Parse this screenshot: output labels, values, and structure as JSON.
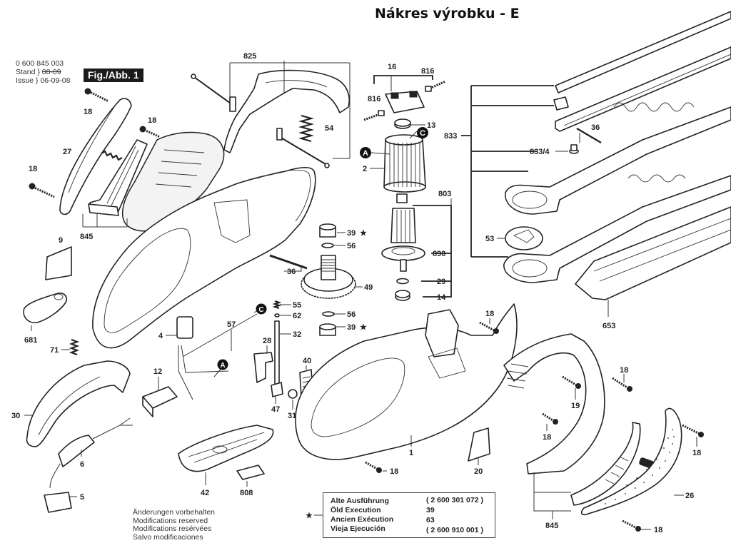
{
  "title": "Nákres výrobku - E",
  "document": {
    "part_number": "0 600 845 003",
    "stand_label": "Stand",
    "issue_label": "Issue",
    "stand_value_struck": "08-09",
    "issue_value": "06-09-08",
    "figure_label": "Fig./Abb. 1"
  },
  "callouts": {
    "c18a": "18",
    "c27": "27",
    "c18b": "18",
    "c18c": "18",
    "c845a": "845",
    "c9": "9",
    "c825": "825",
    "c54": "54",
    "c16": "16",
    "c816a": "816",
    "c816b": "816",
    "c13": "13",
    "c2": "2",
    "c803": "803",
    "c890": "890",
    "c29": "29",
    "c14": "14",
    "c39a": "39",
    "c56a": "56",
    "c36a": "36",
    "c49": "49",
    "c55": "55",
    "c62": "62",
    "c56b": "56",
    "c39b": "39",
    "c32": "32",
    "c28": "28",
    "c40": "40",
    "c47": "47",
    "c31": "31",
    "c57": "57",
    "c4": "4",
    "c12": "12",
    "c681": "681",
    "c71": "71",
    "c30": "30",
    "c6": "6",
    "c5": "5",
    "c42": "42",
    "c808": "808",
    "c1": "1",
    "c18d": "18",
    "c20": "20",
    "c18e": "18",
    "c19": "19",
    "c18f": "18",
    "c18g": "18",
    "c18h": "18",
    "c26": "26",
    "c845b": "845",
    "c833": "833",
    "c8334": "833/4",
    "c36b": "36",
    "c53": "53",
    "c653": "653"
  },
  "markers": {
    "A": "A",
    "C": "C",
    "star": "★"
  },
  "legend": {
    "lines": [
      "Alte Ausführung",
      "Öld Execution",
      "Ancien Exécution",
      "Vieja Ejecución"
    ],
    "part_old": "( 2 600 301 072 )",
    "part_new": "( 2 600 910 001 )",
    "ref_39": "39",
    "ref_63": "63"
  },
  "notes": [
    "Änderungen vorbehalten",
    "Modifications reserved",
    "Modifications resérvées",
    "Salvo modificaciones"
  ]
}
